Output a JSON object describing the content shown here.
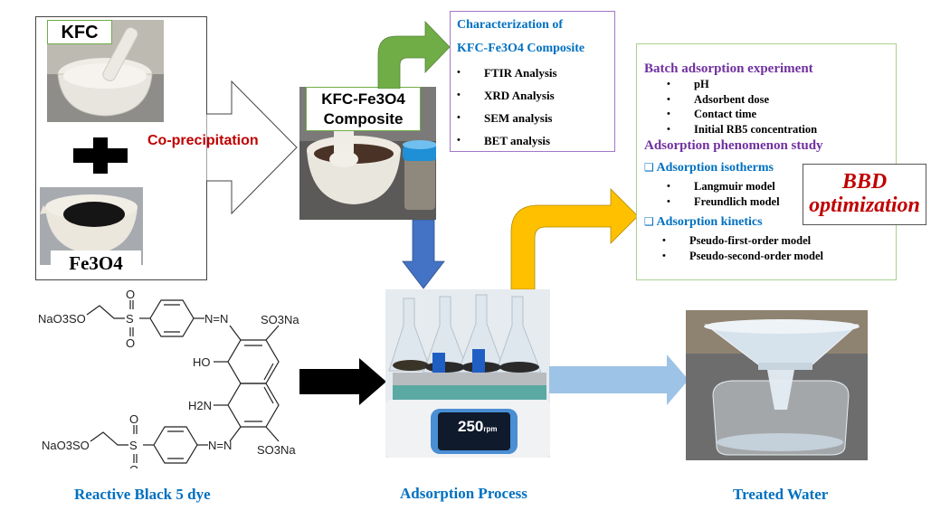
{
  "inputs": {
    "kfc_label": "KFC",
    "fe3o4_label": "Fe3O4",
    "plus_symbol": "+",
    "process_label": "Co-precipitation"
  },
  "composite": {
    "label_line1": "KFC-Fe3O4",
    "label_line2": "Composite"
  },
  "characterization": {
    "title_line1": "Characterization of",
    "title_line2": "KFC-Fe3O4 Composite",
    "items": [
      "FTIR Analysis",
      "XRD Analysis",
      "SEM analysis",
      "BET analysis"
    ]
  },
  "experiments": {
    "batch_title": "Batch adsorption experiment",
    "batch_items": [
      "pH",
      "Adsorbent dose",
      "Contact time",
      "Initial RB5 concentration"
    ],
    "phenomenon_title": "Adsorption phenomenon study",
    "isotherms_title": "Adsorption isotherms",
    "isotherm_items": [
      "Langmuir model",
      "Freundlich model"
    ],
    "kinetics_title": "Adsorption kinetics",
    "kinetic_items": [
      "Pseudo-first-order model",
      "Pseudo-second-order model"
    ],
    "checkbox_glyph": "❑"
  },
  "optimization": {
    "line1": "BBD",
    "line2": "optimization"
  },
  "dye": {
    "caption": "Reactive Black 5 dye",
    "groups": {
      "naso3so": "NaO3SO",
      "so3na": "SO3Na",
      "s": "S",
      "o": "O",
      "azo": "N=N",
      "ho": "HO",
      "h2n": "H2N"
    }
  },
  "shaker": {
    "caption": "Adsorption Process",
    "display_value": "250",
    "display_unit": "rpm"
  },
  "treated": {
    "caption": "Treated Water"
  },
  "colors": {
    "green_arrow": "#70ad47",
    "blue_arrow": "#4472c4",
    "yellow_arrow": "#ffc000",
    "light_blue_arrow": "#9dc3e6",
    "caption_blue": "#0070c0",
    "title_purple": "#7030a0",
    "accent_red": "#c00000"
  }
}
